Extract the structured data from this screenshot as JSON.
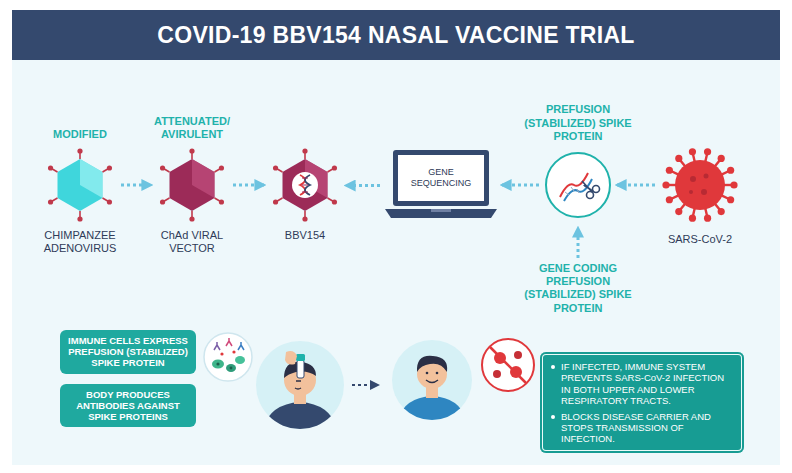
{
  "diagram": {
    "title": "COVID-19 BBV154 NASAL VACCINE TRIAL",
    "nodes": [
      {
        "text": [
          "MODIFIED",
          "CHIMPANZEE ADENOVIRUS"
        ]
      },
      {
        "text": [
          "ATTENUATED/ AVIRULENT",
          "ChAd VIRAL VECTOR"
        ]
      },
      {
        "text": [
          "BBV154"
        ]
      },
      {
        "text": [
          "GENE SEQUENCING"
        ]
      },
      {
        "text": [
          "PREFUSION (STABILIZED) SPIKE PROTEIN"
        ]
      },
      {
        "text": [
          "SARS-CoV-2"
        ]
      },
      {
        "text": [
          "IMMUNE CELLS EXPRESS PREFUSION (STABILIZED) SPIKE PROTEIN"
        ]
      },
      {
        "text": [
          "BODY PRODUCES ANTIBODIES AGAINST SPIKE PROTEINS"
        ]
      },
      {
        "text": [
          "IF INFECTED, IMMUNE SYSTEM PREVENTS SARS-CoV-2 INFECTION IN BOTH UPPER AND LOWER RESPIRATORY TRACTS.",
          "BLOCKS DISEASE CARRIER AND STOPS TRANSMISSION OF INFECTION."
        ]
      }
    ],
    "edges": [
      {
        "from": 0,
        "to": 1,
        "arrow": "to"
      },
      {
        "from": 1,
        "to": 2,
        "arrow": "to"
      },
      {
        "from": 3,
        "to": 2,
        "arrow": "to"
      },
      {
        "from": 4,
        "to": 3,
        "arrow": "to"
      },
      {
        "from": 5,
        "to": 4,
        "arrow": "to"
      }
    ],
    "labels": [
      "GENE CODING PREFUSION (STABILIZED) SPIKE PROTEIN"
    ]
  }
}
